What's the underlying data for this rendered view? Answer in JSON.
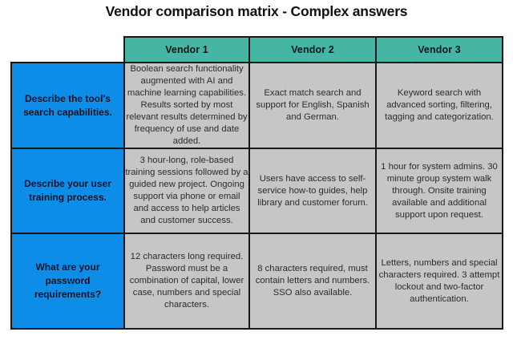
{
  "title": "Vendor comparison matrix - Complex answers",
  "colors": {
    "header_teal": "#45b5a4",
    "question_blue": "#0d8ce8",
    "answer_gray": "#c6c6c6",
    "border": "#17171c",
    "page_background": "#ffffff",
    "title_text": "#111116"
  },
  "table": {
    "corner_label": "",
    "column_headers": [
      "Vendor 1",
      "Vendor 2",
      "Vendor 3"
    ],
    "rows": [
      {
        "question": "Describe the tool's search capabilities.",
        "answers": [
          "Boolean search functionality augmented with AI and machine learning capabilities. Results sorted by most relevant results determined by frequency of use and date added.",
          "Exact match search and support for English, Spanish and German.",
          "Keyword search with advanced sorting, filtering, tagging and categorization."
        ]
      },
      {
        "question": "Describe your user training process.",
        "answers": [
          "3 hour-long, role-based training sessions followed by a guided new project. Ongoing support via phone or email and access to help articles and customer success.",
          "Users have access to self-service how-to guides, help library and customer forum.",
          "1 hour for system admins. 30 minute group system walk through. Onsite training available and additional support upon request."
        ]
      },
      {
        "question": "What are your password requirements?",
        "answers": [
          "12 characters long required. Password must be a combination of capital, lower case, numbers and special characters.",
          "8 characters required, must contain letters and numbers. SSO also available.",
          "Letters, numbers and special characters required. 3 attempt lockout and two-factor authentication."
        ]
      }
    ]
  }
}
